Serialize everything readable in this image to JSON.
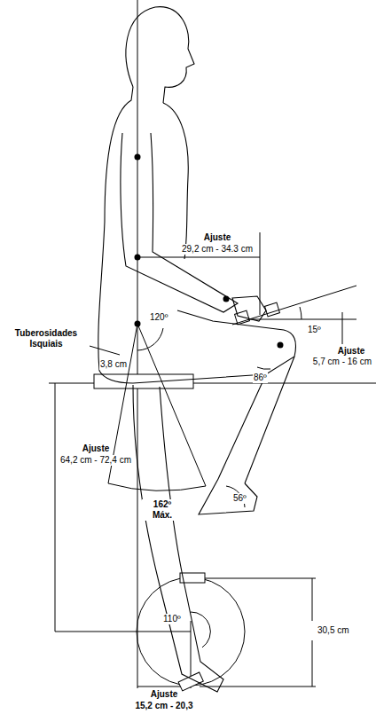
{
  "diagram": {
    "labels": [
      "Ajuste",
      "29,2 cm - 34.3 cm",
      "15º",
      "Ajuste",
      "5,7 cm - 16 cm",
      "Tuberosidades Isquiais",
      "120º",
      "3,8 cm",
      "86º",
      "Ajuste",
      "64,2 cm - 72,4 cm",
      "162º Máx.",
      "56º",
      "110º",
      "30,5 cm",
      "Ajuste",
      "15,2 cm - 20,3"
    ]
  }
}
